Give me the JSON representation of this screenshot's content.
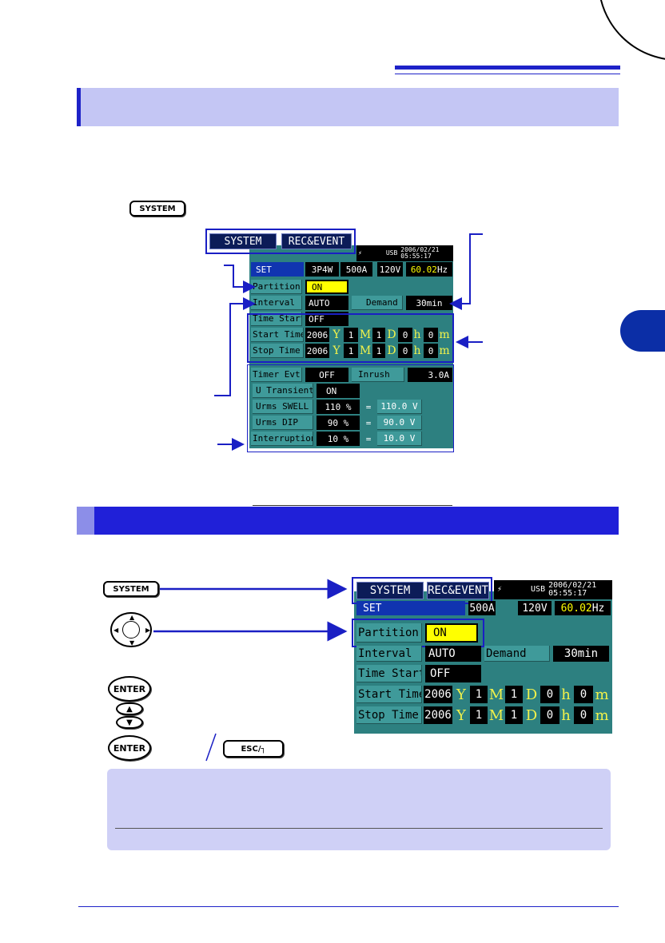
{
  "keys": {
    "system": "SYSTEM",
    "enter": "ENTER",
    "esc": "ESC/┐",
    "up": "▲",
    "down": "▼"
  },
  "screen": {
    "tabs": [
      "SYSTEM",
      "REC&EVENT"
    ],
    "status": {
      "usb": "USB",
      "date": "2006/02/21",
      "time": "05:55:17"
    },
    "set_label": "SET",
    "wiring": "3P4W",
    "current": "500A",
    "voltage": "120V",
    "freq": "60.02",
    "freq_unit": "Hz",
    "partition_label": "Partition",
    "partition_value": "ON",
    "interval_label": "Interval",
    "interval_value": "AUTO",
    "demand_label": "Demand",
    "demand_value": "30min",
    "time_start_label": "Time Start",
    "time_start_value": "OFF",
    "start_time_label": "Start Time",
    "stop_time_label": "Stop Time",
    "year": "2006",
    "month": "1",
    "day": "1",
    "hour": "0",
    "minute": "0",
    "u_y": "Y",
    "u_m": "M",
    "u_d": "D",
    "u_h": "h",
    "u_min": "m",
    "timer_evt_label": "Timer Evt",
    "timer_evt_value": "OFF",
    "inrush_label": "Inrush",
    "inrush_value": "3.0A",
    "u_transient_label": "U Transient",
    "u_transient_value": "ON",
    "swell_label": "Urms SWELL",
    "swell_pct": "110 %",
    "swell_v": "110.0 V",
    "dip_label": "Urms DIP",
    "dip_pct": "90 %",
    "dip_v": "90.0 V",
    "interruption_label": "Interruption",
    "interruption_pct": "10 %",
    "interruption_v": "10.0 V",
    "eq": "="
  },
  "colors": {
    "accent": "#1e22c8",
    "screen_bg": "#2d8080",
    "highlight": "#ffff00"
  }
}
